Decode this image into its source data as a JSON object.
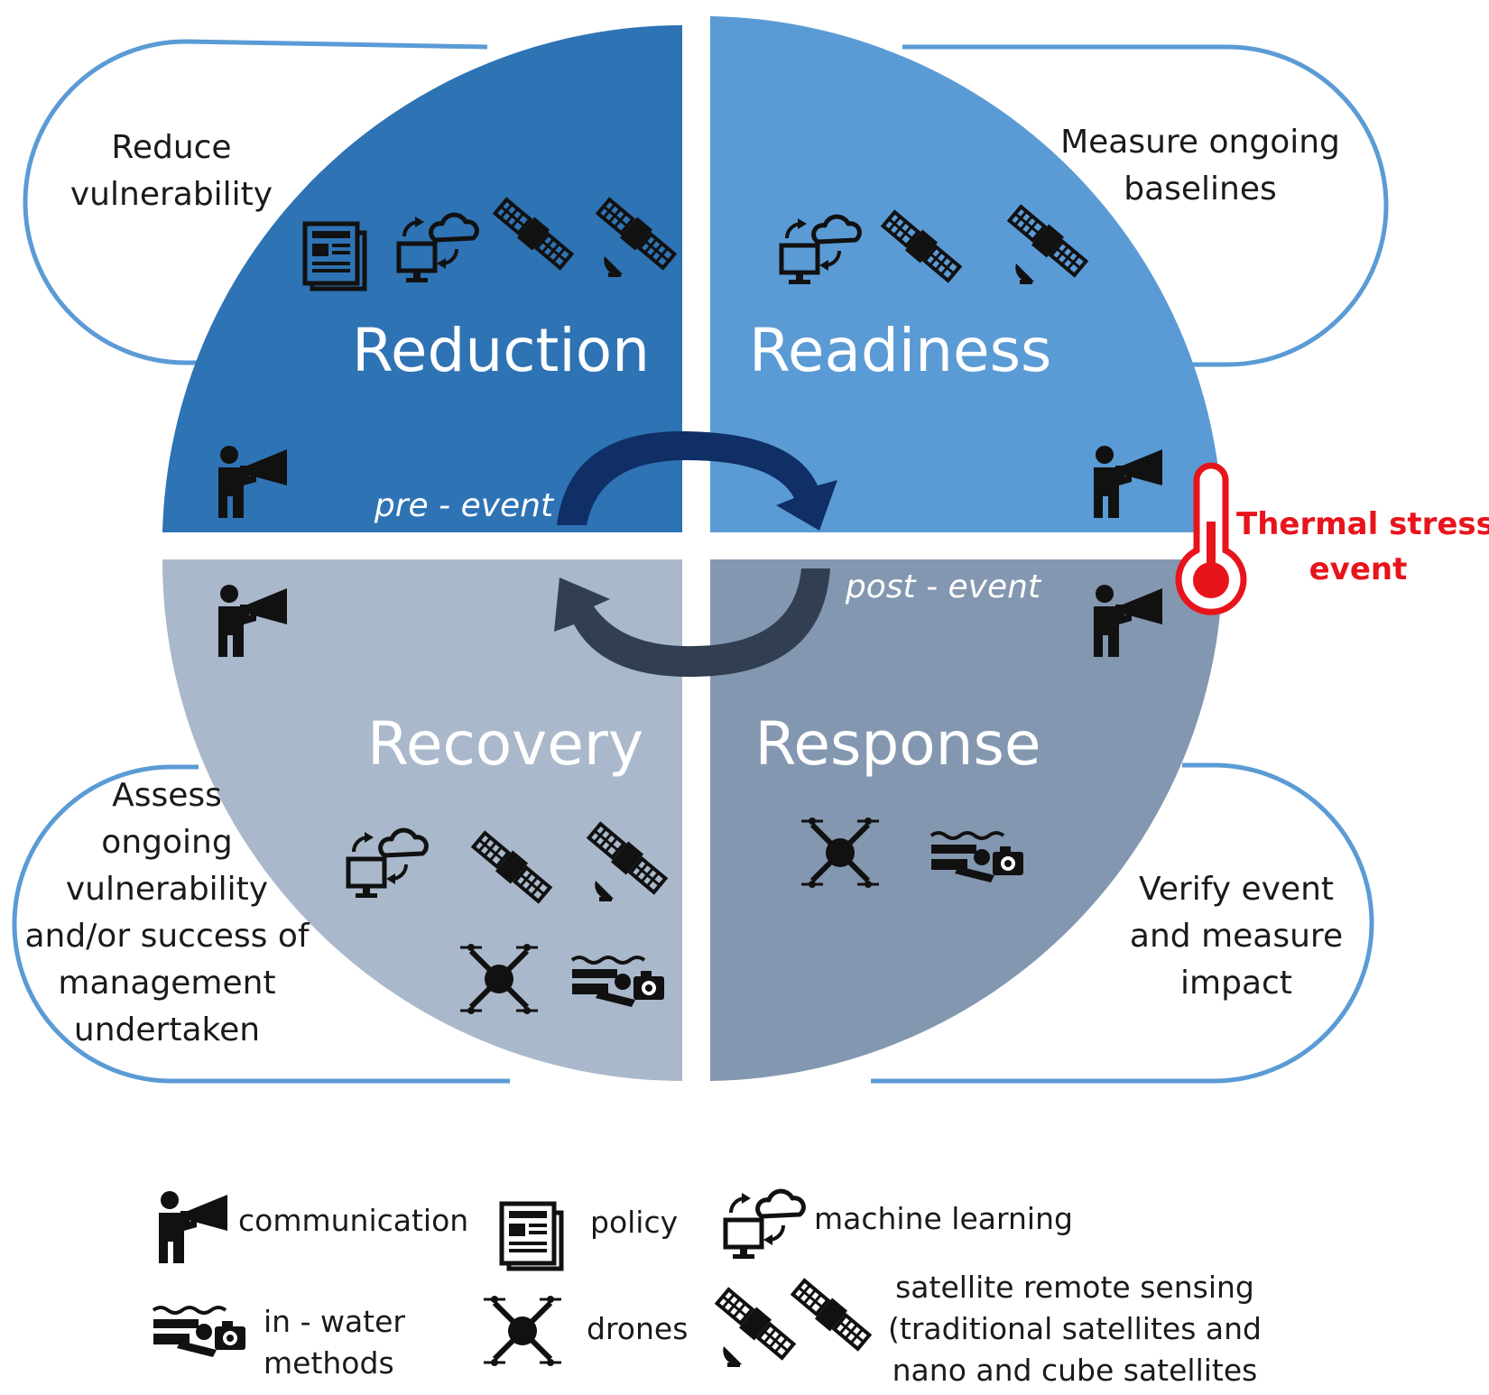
{
  "quadrants": {
    "reduction": {
      "label": "Reduction",
      "color": "#2e73b4"
    },
    "readiness": {
      "label": "Readiness",
      "color": "#5b9bd5"
    },
    "recovery": {
      "label": "Recovery",
      "color": "#aab8cb"
    },
    "response": {
      "label": "Response",
      "color": "#8497b0"
    }
  },
  "descriptions": {
    "reduction": [
      "Reduce",
      "vulnerability"
    ],
    "readiness": [
      "Measure ongoing",
      "baselines"
    ],
    "recovery": [
      "Assess",
      "ongoing",
      "vulnerability",
      "and/or success of",
      "management",
      "undertaken"
    ],
    "response": [
      "Verify event",
      "and measure",
      "impact"
    ]
  },
  "phases": {
    "pre": "pre - event",
    "post": "post - event"
  },
  "event": {
    "line1": "Thermal stress",
    "line2": "event",
    "color": "#e8141c"
  },
  "legend": {
    "communication": "communication",
    "policy": "policy",
    "machine_learning": "machine learning",
    "in_water": [
      "in - water",
      "methods"
    ],
    "drones": "drones",
    "satellite": [
      "satellite remote sensing",
      "(traditional satellites and",
      "nano and cube satellites"
    ]
  },
  "icons": [
    "communication-icon",
    "policy-icon",
    "machine-learning-icon",
    "in-water-methods-icon",
    "drone-icon",
    "satellite-icon",
    "nano-satellite-icon",
    "thermometer-icon"
  ]
}
